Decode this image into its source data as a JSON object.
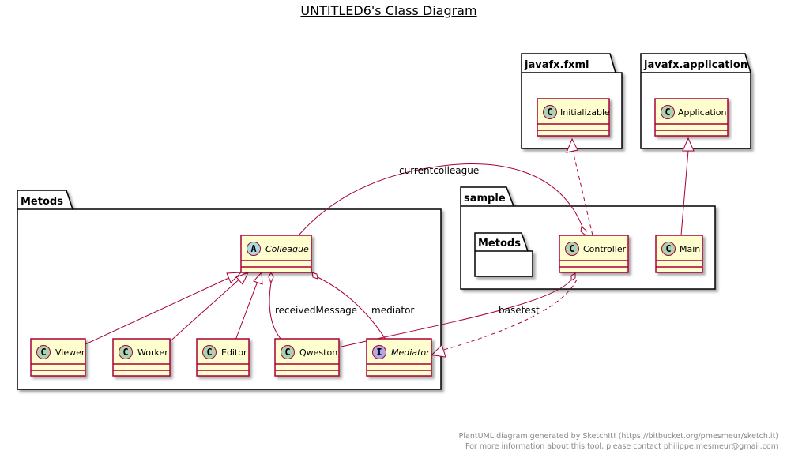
{
  "title": "UNTITLED6's Class Diagram",
  "packages": {
    "metods_outer": "Metods",
    "sample": "sample",
    "metods_inner": "Metods",
    "javafx_fxml": "javafx.fxml",
    "javafx_application": "javafx.application"
  },
  "classes": {
    "colleague": {
      "name": "Colleague",
      "kind": "abstract",
      "glyph": "A"
    },
    "viewer": {
      "name": "Viewer",
      "kind": "class",
      "glyph": "C"
    },
    "worker": {
      "name": "Worker",
      "kind": "class",
      "glyph": "C"
    },
    "editor": {
      "name": "Editor",
      "kind": "class",
      "glyph": "C"
    },
    "qweston": {
      "name": "Qweston",
      "kind": "class",
      "glyph": "C"
    },
    "mediator": {
      "name": "Mediator",
      "kind": "interface",
      "glyph": "I"
    },
    "controller": {
      "name": "Controller",
      "kind": "class",
      "glyph": "C"
    },
    "main": {
      "name": "Main",
      "kind": "class",
      "glyph": "C"
    },
    "initializable": {
      "name": "Initializable",
      "kind": "class",
      "glyph": "C"
    },
    "application": {
      "name": "Application",
      "kind": "class",
      "glyph": "C"
    }
  },
  "edge_labels": {
    "currentcolleague": "currentcolleague",
    "receivedMessage": "receivedMessage",
    "mediator": "mediator",
    "basetest": "basetest"
  },
  "colors": {
    "class_fill": "#FEFECE",
    "class_border": "#A80036",
    "edge": "#A80036",
    "package_fill": "#FFFFFF",
    "package_border": "#000000",
    "class_glyph": "#ADD1B2",
    "abstract_glyph": "#A9DCDF",
    "interface_glyph": "#B4A7E5"
  },
  "footer": {
    "line1": "PlantUML diagram generated by SketchIt! (https://bitbucket.org/pmesmeur/sketch.it)",
    "line2": "For more information about this tool, please contact philippe.mesmeur@gmail.com"
  }
}
